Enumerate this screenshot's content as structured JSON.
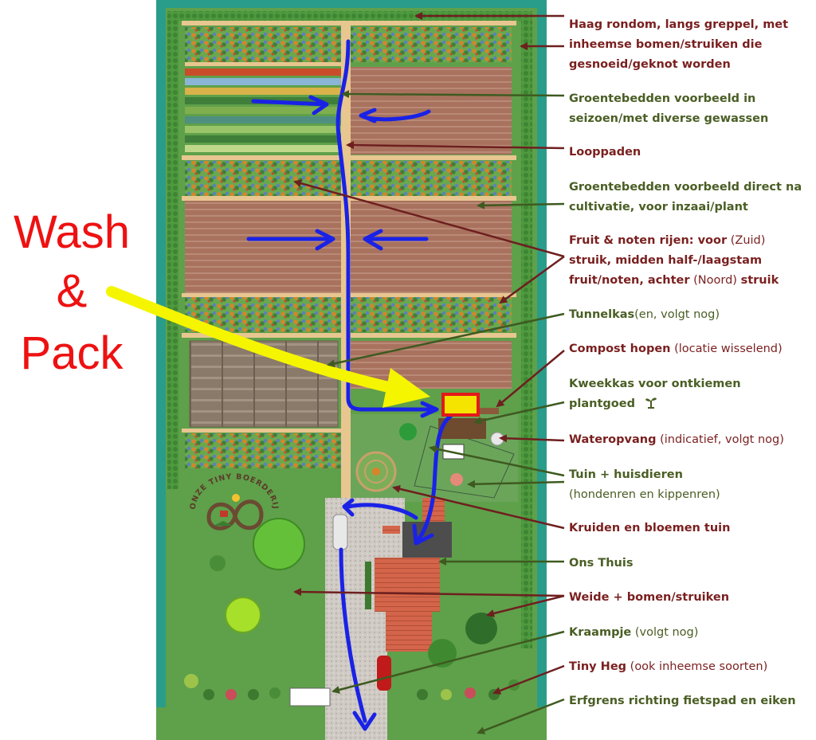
{
  "overlay": {
    "wash1": "Wash",
    "wash2": "&",
    "wash3": "Pack"
  },
  "logo": {
    "text": "ONZE TINY BOERDERIJ"
  },
  "labels": [
    {
      "id": "haag",
      "lines": [
        {
          "b": "Haag rondom, langs greppel, met",
          "n": ""
        },
        {
          "b": "inheemse bomen/struiken die",
          "n": ""
        },
        {
          "b": "gesnoeid/geknot worden",
          "n": ""
        }
      ]
    },
    {
      "id": "groentebedden1",
      "lines": [
        {
          "b": "Groentebedden voorbeeld in",
          "n": ""
        },
        {
          "b": "seizoen/met diverse gewassen",
          "n": ""
        }
      ]
    },
    {
      "id": "looppaden",
      "lines": [
        {
          "b": "Looppaden",
          "n": ""
        }
      ]
    },
    {
      "id": "groentebedden2",
      "lines": [
        {
          "b": "Groentebedden voorbeeld direct na",
          "n": ""
        },
        {
          "b": "cultivatie, voor inzaai/plant",
          "n": ""
        }
      ]
    },
    {
      "id": "fruit",
      "lines": [
        {
          "b": "Fruit & noten rijen: voor",
          "n": " (Zuid)"
        },
        {
          "b": "struik, midden half-/laagstam",
          "n": ""
        },
        {
          "b": "fruit/noten, achter",
          "n": " (Noord) ",
          "b2": "struik"
        }
      ]
    },
    {
      "id": "tunnelkas",
      "lines": [
        {
          "b": "Tunnelkas",
          "n": "(en, volgt nog)"
        }
      ]
    },
    {
      "id": "compost",
      "lines": [
        {
          "b": "Compost hopen",
          "n": " (locatie wisselend)"
        }
      ]
    },
    {
      "id": "kweekkas",
      "lines": [
        {
          "b": "Kweekkas voor ontkiemen",
          "n": ""
        },
        {
          "b": "plantgoed",
          "n": ""
        }
      ]
    },
    {
      "id": "wateropvang",
      "lines": [
        {
          "b": "Wateropvang",
          "n": " (indicatief, volgt nog)"
        }
      ]
    },
    {
      "id": "tuin",
      "lines": [
        {
          "b": "Tuin + huisdieren",
          "n": ""
        },
        {
          "b": "",
          "n": "(hondenren en kippenren)"
        }
      ]
    },
    {
      "id": "kruiden",
      "lines": [
        {
          "b": "Kruiden en bloemen tuin",
          "n": ""
        }
      ]
    },
    {
      "id": "thuis",
      "lines": [
        {
          "b": "Ons Thuis",
          "n": ""
        }
      ]
    },
    {
      "id": "weide",
      "lines": [
        {
          "b": "Weide + bomen/struiken",
          "n": ""
        }
      ]
    },
    {
      "id": "kraampje",
      "lines": [
        {
          "b": "Kraampje",
          "n": " (volgt nog)"
        }
      ]
    },
    {
      "id": "tinyheg",
      "lines": [
        {
          "b": "Tiny Heg",
          "n": " (ook inheemse soorten)"
        }
      ]
    },
    {
      "id": "erfgrens",
      "lines": [
        {
          "b": "Erfgrens richting fietspad en eiken",
          "n": ""
        }
      ]
    }
  ],
  "colors": {
    "ditch": "#2a9d8a",
    "grass": "#5fa04a",
    "path": "#e8c690",
    "soil": "#a8725e",
    "label_red": "#7a1f1f",
    "label_green": "#4a5e24",
    "arrow_blue": "#1a22e6",
    "arrow_yellow": "#f5f500",
    "wash_red": "#ee1111"
  }
}
